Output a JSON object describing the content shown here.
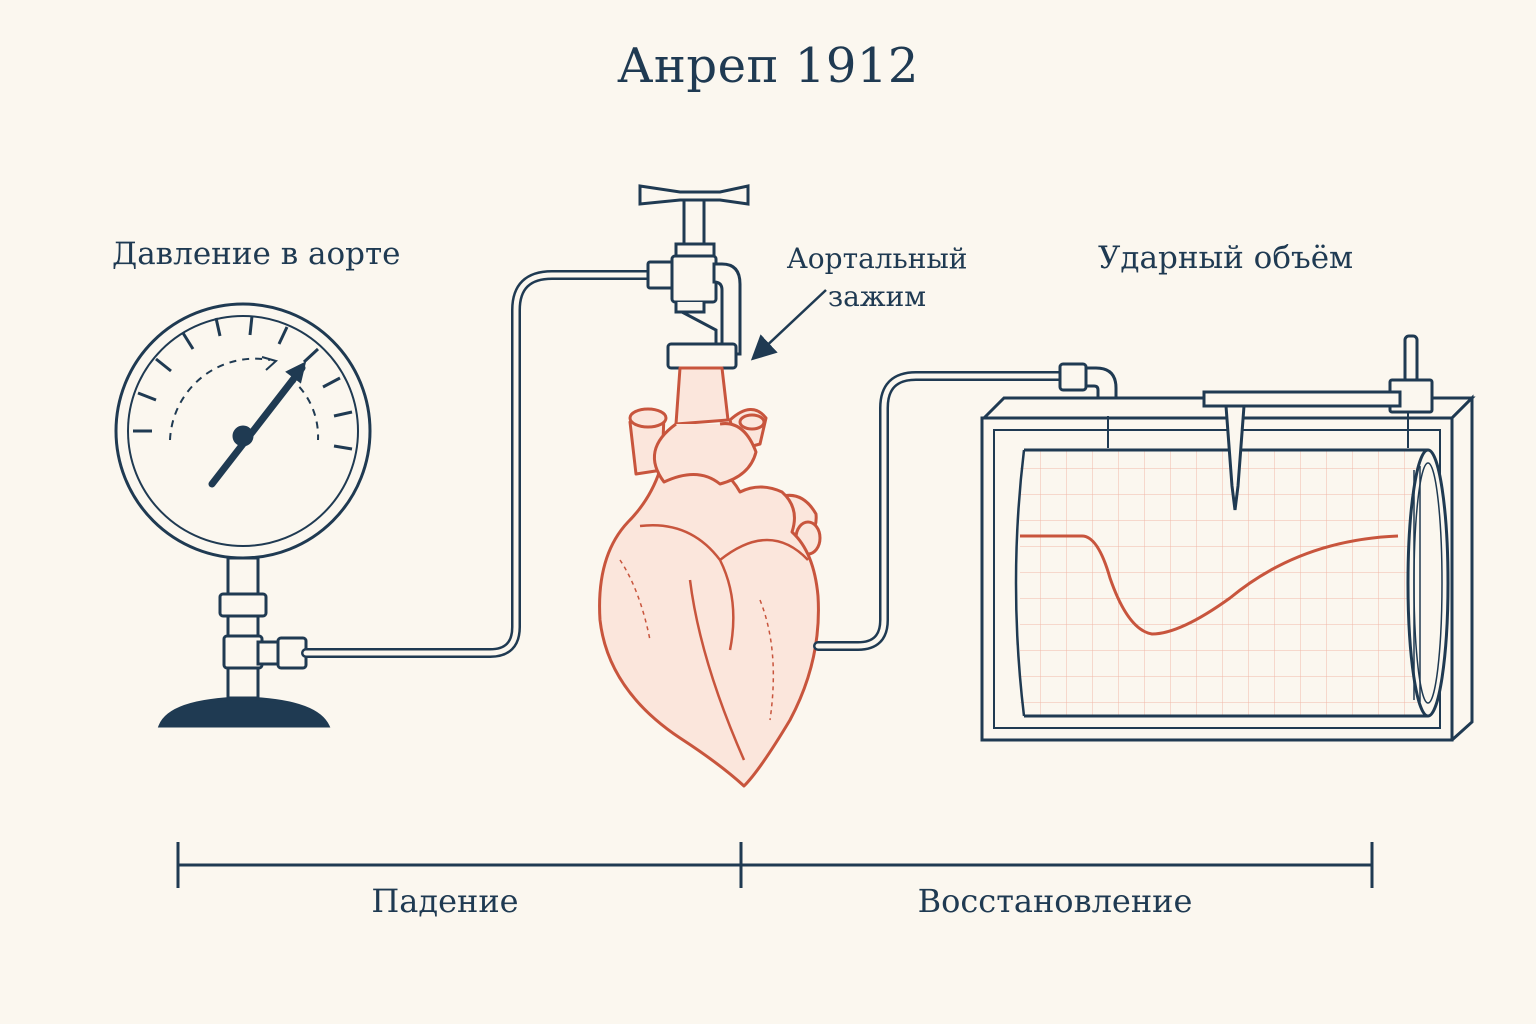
{
  "title": "Анреп 1912",
  "labels": {
    "aortic_pressure": "Давление в аорте",
    "aortic_clamp": "Аортальный зажим",
    "stroke_volume": "Ударный объём"
  },
  "timeline": {
    "phase_1": "Падение",
    "phase_2": "Восстановление"
  },
  "colors": {
    "ink": "#1f3a52",
    "heart": "#c8553d",
    "paper": "#fbf7ef",
    "grid": "#f0b9a8"
  },
  "icons": [
    "pressure-gauge-icon",
    "t-handle-valve-icon",
    "heart-icon",
    "kymograph-drum-icon",
    "stylus-icon"
  ]
}
